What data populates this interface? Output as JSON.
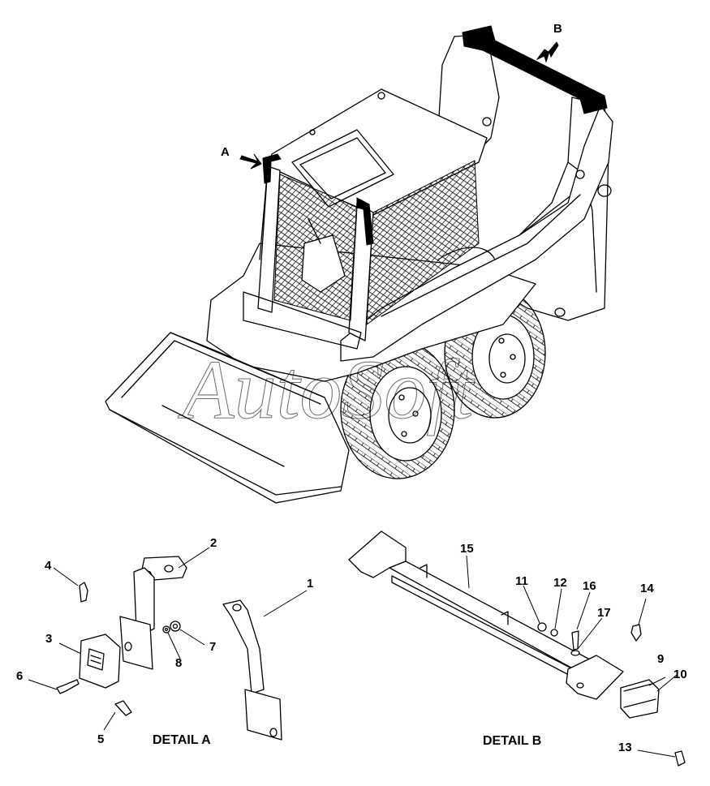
{
  "view_labels": {
    "a": "A",
    "b": "B"
  },
  "details": {
    "a": "DETAIL A",
    "b": "DETAIL B"
  },
  "callouts": [
    {
      "id": "c1",
      "text": "1"
    },
    {
      "id": "c2",
      "text": "2"
    },
    {
      "id": "c3",
      "text": "3"
    },
    {
      "id": "c4",
      "text": "4"
    },
    {
      "id": "c5",
      "text": "5"
    },
    {
      "id": "c6",
      "text": "6"
    },
    {
      "id": "c7",
      "text": "7"
    },
    {
      "id": "c8",
      "text": "8"
    },
    {
      "id": "c9",
      "text": "9"
    },
    {
      "id": "c10",
      "text": "10"
    },
    {
      "id": "c11",
      "text": "11"
    },
    {
      "id": "c12",
      "text": "12"
    },
    {
      "id": "c13",
      "text": "13"
    },
    {
      "id": "c14",
      "text": "14"
    },
    {
      "id": "c15",
      "text": "15"
    },
    {
      "id": "c16",
      "text": "16"
    },
    {
      "id": "c17",
      "text": "17"
    }
  ],
  "watermark": "AutoSoft"
}
